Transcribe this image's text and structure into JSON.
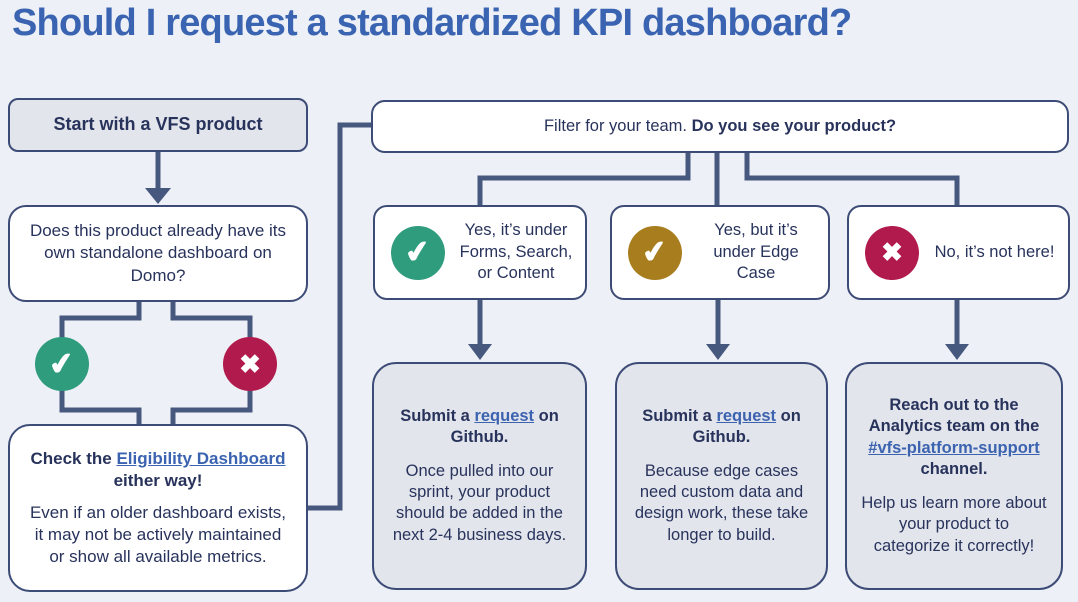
{
  "colors": {
    "background": "#EDF0F6",
    "title_blue": "#3A64B1",
    "navy_text": "#28335C",
    "border_navy": "#3D4C77",
    "connector": "#47587E",
    "link_blue": "#3C63B0",
    "box_grey": "#E3E5EC",
    "box_white": "#FFFFFF",
    "success_green": "#2E9C7D",
    "warning_gold": "#A87D1E",
    "danger_crimson": "#B11A4C",
    "icon_white": "#FFFFFF"
  },
  "title": "Should I request a standardized KPI dashboard?",
  "icons": {
    "check": "✔",
    "x": "✖"
  },
  "left_flow": {
    "start_box": "Start with a VFS product",
    "question_box": "Does this product already have its own standalone dashboard on Domo?",
    "check_box": {
      "bold_prefix": "Check the ",
      "link_label": "Eligibility Dashboard",
      "bold_suffix": " either way!",
      "body": "Even if an older dashboard exists, it may not be actively maintained or show all available metrics."
    }
  },
  "filter_box": {
    "normal": "Filter for your team. ",
    "bold": "Do you see your product?"
  },
  "branches": [
    {
      "icon": "check",
      "icon_color": "#2E9C7D",
      "label": "Yes, it’s under Forms, Search, or Content",
      "result": {
        "bold_prefix": "Submit a ",
        "link_label": "request",
        "bold_suffix": " on Github.",
        "body": "Once pulled into our sprint, your product should be added in the next 2-4 business days."
      }
    },
    {
      "icon": "check",
      "icon_color": "#A87D1E",
      "label": "Yes, but it’s under Edge Case",
      "result": {
        "bold_prefix": "Submit a ",
        "link_label": "request",
        "bold_suffix": " on Github.",
        "body": "Because edge cases need custom data and design work, these take longer to build."
      }
    },
    {
      "icon": "x",
      "icon_color": "#B11A4C",
      "label": "No, it’s not here!",
      "result": {
        "bold_prefix": "Reach out to the Analytics team on the ",
        "link_label": "#vfs-platform-support",
        "bold_suffix": " channel.",
        "body": "Help us  learn more about your product to categorize it correctly!"
      }
    }
  ]
}
